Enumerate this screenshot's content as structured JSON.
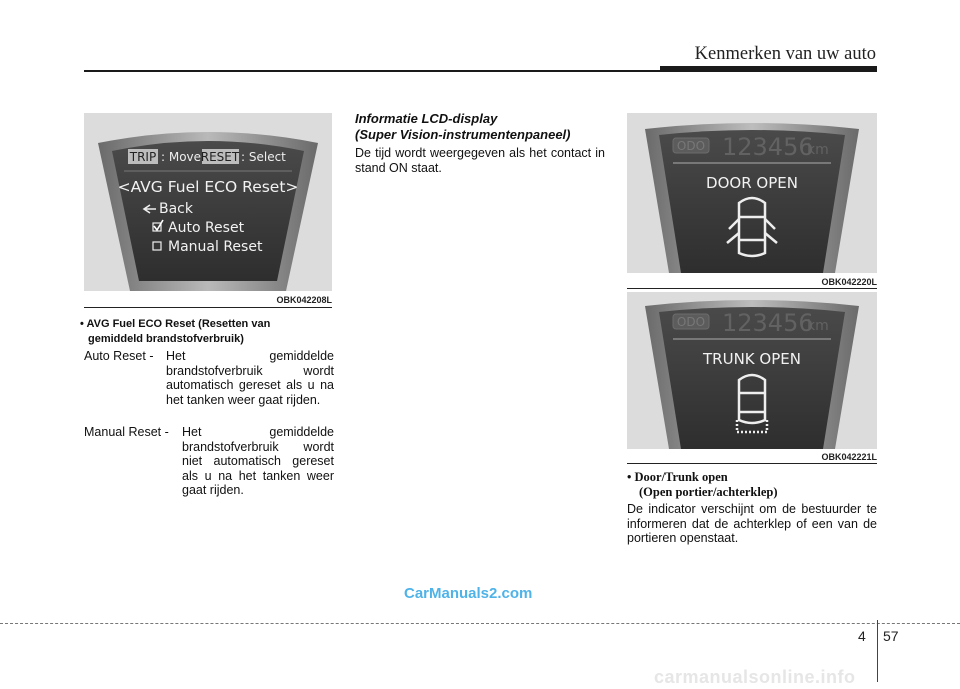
{
  "header": {
    "title": "Kenmerken van uw auto"
  },
  "left_image": {
    "hint_trip": "TRIP",
    "hint_move": ": Move",
    "hint_reset": "RESET",
    "hint_select": ": Select",
    "menu_title": "<AVG Fuel ECO Reset>",
    "menu_back": "Back",
    "menu_auto": "Auto Reset",
    "menu_manual": "Manual Reset",
    "caption": "OBK042208L"
  },
  "left_text": {
    "bullet_line1": "• AVG Fuel ECO Reset (Resetten van",
    "bullet_line2": "gemiddeld brandstofverbruik)",
    "auto_term": "Auto Reset -",
    "auto_def": "Het gemiddelde brandstofverbruik wordt automatisch gereset als u na het tanken weer gaat rijden.",
    "manual_term": "Manual Reset -",
    "manual_def": "Het gemiddelde brandstofverbruik wordt niet automatisch gereset als u na het tanken weer gaat rijden."
  },
  "middle_text": {
    "heading_line1": "Informatie LCD-display",
    "heading_line2": "(Super Vision-instrumentenpaneel)",
    "body": "De tijd wordt weergegeven als het contact in stand ON staat."
  },
  "right_image_top": {
    "odo": "ODO",
    "number": "123456",
    "unit": "km",
    "message": "DOOR OPEN",
    "caption": "OBK042220L"
  },
  "right_image_bottom": {
    "odo": "ODO",
    "number": "123456",
    "unit": "km",
    "message": "TRUNK OPEN",
    "caption": "OBK042221L"
  },
  "right_text": {
    "bullet_line1": "• Door/Trunk open",
    "bullet_line2": "(Open portier/achterklep)",
    "body": "De indicator verschijnt om de bestuurder te informeren dat de achterklep of een van de portieren openstaat."
  },
  "watermark": "CarManuals2.com",
  "footer": {
    "chapter": "4",
    "page": "57",
    "site": "carmanualsonline.info"
  }
}
